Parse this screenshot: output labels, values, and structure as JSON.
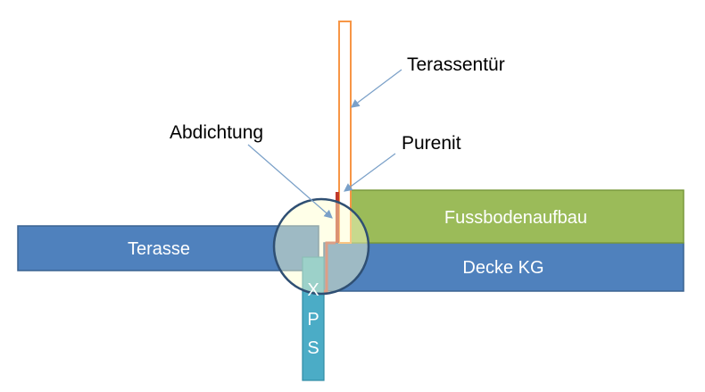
{
  "labels": {
    "terassentuer": "Terassentür",
    "abdichtung": "Abdichtung",
    "purenit": "Purenit",
    "fussbodenaufbau": "Fussbodenaufbau",
    "terasse": "Terasse",
    "decke_kg": "Decke KG",
    "xps": [
      "X",
      "P",
      "S"
    ]
  },
  "colors": {
    "slab_blue": "#4f81bd",
    "slab_blue_border": "#3a6290",
    "floor_green": "#9bbb59",
    "floor_green_border": "#7a9a3d",
    "xps_teal": "#4bacc6",
    "door_orange": "#f79646",
    "seal_brown": "#c0504d",
    "purenit_red": "#c0392b",
    "circle_fill": "#ffffcc",
    "circle_stroke": "#2f4f73",
    "pointer_line": "#7aa0c8",
    "text_dark": "#000000",
    "text_light": "#ffffff"
  }
}
